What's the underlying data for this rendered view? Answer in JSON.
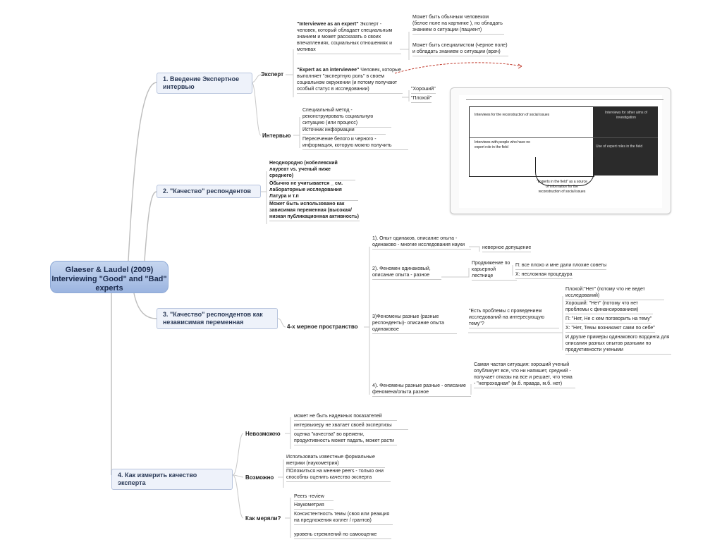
{
  "root": {
    "title": "Glaeser & Laudel (2009) Interviewing \"Good\" and \"Bad\" experts"
  },
  "branches": {
    "b1": {
      "title": "1. Введение Экспертное интервью",
      "expert": {
        "label": "Эксперт",
        "a": {
          "bold": "\"Interviewee as an expert\"",
          "text": " Эксперт - человек, который обладает специальным знанием и может рассказать о своих впечатлениях, социальных отношениях и мотивах"
        },
        "a1": "Может быть обычным человеком (белое поле на картинке ), но обладать знанием о ситуации (пациент)",
        "a2": "Может быть специалистом  (черное поле) и обладать знанием о ситуации (врач)",
        "b": {
          "bold": "\"Expert as an interviewee\"",
          "text": " Человек, которые выполняет \"экспертную роль\" в своем социальном окружении (и потому получают особый статус в исследовании)"
        },
        "b1": "\"Хороший\"",
        "b2": "\"Плохой\""
      },
      "interview": {
        "label": "Интервью",
        "i1": "Специальный метод - реконструировать социальную ситуацию (или процесс)",
        "i2": "Источник информации",
        "i3": "Пересечение белого и черного - информация, которую можно получить"
      }
    },
    "b2": {
      "title": "2. \"Качество\" респондентов",
      "c1": "Неоднородно (нобелевский лауреат vs. ученый ниже среднего)",
      "c2": "Обычно не учитывается _ см. лабораторные исследования Латура и т.п",
      "c3": "Может быть использовано как зависимая переменная (высокая/низкая публикационная активность)"
    },
    "b3": {
      "title": "3. \"Качество\" респондентов как независимая переменная",
      "sub": "4-х мерное пространство",
      "d1": "1). Опыт одинаков, описание опыта - одинаково - многие исследования науки",
      "d1a": "неверное допущение",
      "d2": "2). Феномен одинаковый, описание опыта - разное",
      "d2a": "Продвижение по карьерной лестнице",
      "d2a1": "П: все плохо и мне дали плохие советы",
      "d2a2": "Х: несложная процедура",
      "d3": "3)Феномены  разные (разные респонденты)- описание опыта одинаковое",
      "d3a": "\"Есть проблемы с проведением исследований на интересующую тему\"?",
      "d3a1": "Плохой:\"Нет\" (потому что не ведет исследований)",
      "d3a2": "Хороший: \"Нет\" (потому что нет проблемы с финансированием)",
      "d3a3": "П: \"Нет, Не с кем поговорить на тему\"",
      "d3a4": "Х: \"Нет, Темы возникают сами по себе\"",
      "d3a5": "И другие примеры одинакового вординга для описания разных опытов разными по продуктивности учеными",
      "d4": "4). Феномены разные разные - описание феномена/опыта разное",
      "d4a": "Самая частая ситуация: хороший ученый опубликует все, что ни напишет, средний - получает отказы на все и решает, что тема - \"непроходная\" (м.б. правда, м.б. нет)"
    },
    "b4": {
      "title": "4. Как измерить качество эксперта",
      "imp": {
        "label": "Невозможно",
        "e1": "может не быть надежных показателей",
        "e2": "интервьюеру не хватает своей экспертизы",
        "e3": "оценка \"качества\" во времени, продуктивность может падать, может расти"
      },
      "pos": {
        "label": "Возможно",
        "f1": "Использовать известные формальные метрики (наукометрия)",
        "f2": "ПОложиться на мнение peers - только они способны оценить качество эксперта"
      },
      "how": {
        "label": "Как меряли?",
        "g1": "Peers -review",
        "g2": "Наукометрия",
        "g3": "Консистентность темы (своя или реакция на предложения коллег / грантов)",
        "g4": "уровень стремлений по самооценке"
      }
    }
  },
  "figure": {
    "l1": "Interviews for the reconstruction of social issues",
    "l2": "Interviews for other aims of investigation",
    "l3": "Interviews with people who have no expert role in the field",
    "l4": "Use of expert roles in the field",
    "l5": "\"Experts in the field\" as a source of information for the reconstruction of social issues"
  },
  "colors": {
    "root": "#9bb4e0",
    "branch": "#eef2fa",
    "link": "#b9b9b9",
    "annotation": "#c0392b"
  }
}
